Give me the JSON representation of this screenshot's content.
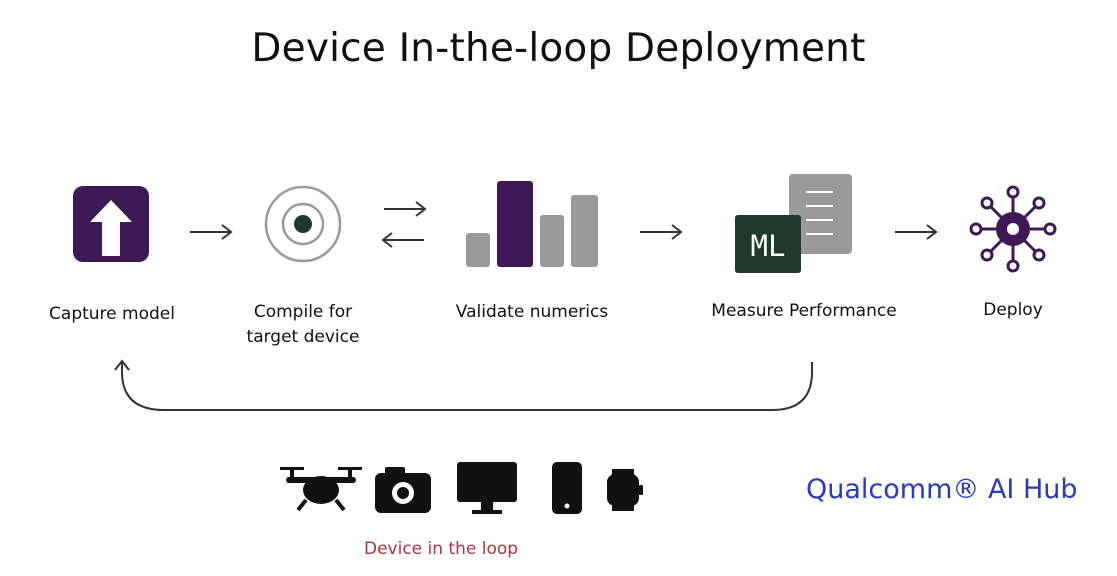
{
  "title": "Device In-the-loop Deployment",
  "steps": [
    {
      "label": "Capture model",
      "icon": "upload-arrow-icon"
    },
    {
      "label": "Compile for\ntarget device",
      "icon": "target-icon"
    },
    {
      "label": "Validate numerics",
      "icon": "bar-chart-icon"
    },
    {
      "label": "Measure Performance",
      "icon": "ml-document-icon",
      "badge": "ML"
    },
    {
      "label": "Deploy",
      "icon": "network-hub-icon"
    }
  ],
  "devices": [
    "drone-icon",
    "camera-icon",
    "monitor-icon",
    "phone-icon",
    "watch-icon"
  ],
  "caption": "Device in the loop",
  "brand": "Qualcomm® AI Hub",
  "colors": {
    "purple": "#3d1a56",
    "gray": "#9a9a9a",
    "dark_green": "#1e3a2c",
    "brand_blue": "#2a3ab8",
    "caption_red": "#a23a3f"
  }
}
